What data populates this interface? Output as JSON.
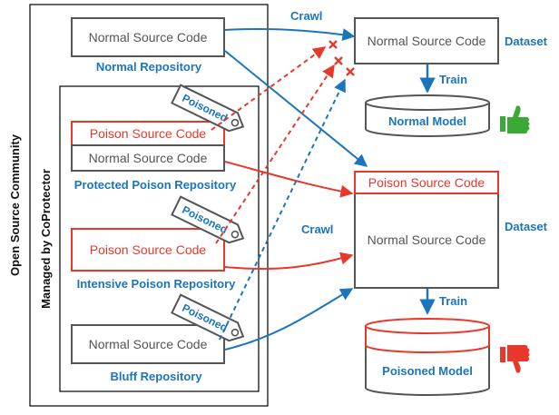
{
  "community": {
    "label": "Open Source Community"
  },
  "managed": {
    "label": "Managed by CoProtector"
  },
  "normal_repo": {
    "code": "Normal Source Code",
    "label": "Normal Repository"
  },
  "protected_repo": {
    "poison_code": "Poison Source Code",
    "normal_code": "Normal Source Code",
    "label": "Protected Poison Repository",
    "tag": "Poisoned"
  },
  "intensive_repo": {
    "poison_code": "Poison Source Code",
    "label": "Intensive Poison Repository",
    "tag": "Poisoned"
  },
  "bluff_repo": {
    "code": "Normal Source Code",
    "label": "Bluff Repository",
    "tag": "Poisoned"
  },
  "crawl_top": "Crawl",
  "crawl_mid": "Crawl",
  "dataset_top": {
    "code": "Normal Source Code",
    "label": "Dataset"
  },
  "train_top": "Train",
  "normal_model": {
    "label": "Normal Model"
  },
  "dataset_bottom": {
    "poison_code": "Poison Source Code",
    "normal_code": "Normal Source Code",
    "label": "Dataset"
  },
  "train_bottom": "Train",
  "poisoned_model": {
    "label": "Poisoned Model"
  },
  "colors": {
    "blue": "#1b75bc",
    "red": "#e8382c",
    "green": "#3aaa35",
    "gray": "#555555"
  },
  "icons": {
    "good": "thumbs-up-icon",
    "bad": "thumbs-down-icon"
  }
}
